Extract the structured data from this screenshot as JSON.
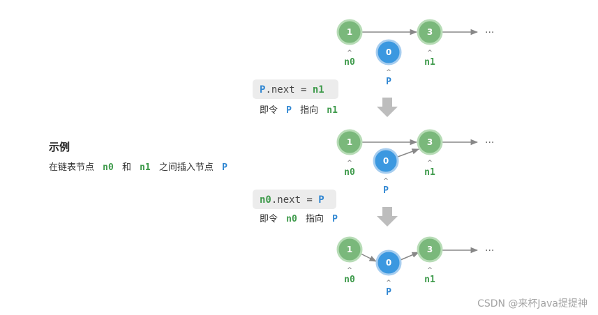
{
  "colors": {
    "green_node": "#7ab87b",
    "green_node_ring": "#b7dcb6",
    "green_text": "#3e9a4b",
    "blue_node": "#3b98e0",
    "blue_node_ring": "#a6cdef",
    "blue_text": "#2f86d2",
    "arrow": "#888888",
    "code_box": "#ececec",
    "step_arrow": "#bdbdbd"
  },
  "left": {
    "title": "示例",
    "desc_prefix": "在链表节点",
    "desc_n0": "n0",
    "desc_and": "和",
    "desc_n1": "n1",
    "desc_mid": "之间插入节点",
    "desc_p": "P"
  },
  "step1": {
    "code_p": "P",
    "code_rest": ".next = ",
    "code_n1": "n1",
    "desc_prefix": "即令",
    "desc_p": "P",
    "desc_mid": "指向",
    "desc_n1": "n1"
  },
  "step2": {
    "code_n0": "n0",
    "code_rest": ".next = ",
    "code_p": "P",
    "desc_prefix": "即令",
    "desc_n0": "n0",
    "desc_mid": "指向",
    "desc_p": "P"
  },
  "nodes": {
    "first_value": "1",
    "inserted_value": "0",
    "third_value": "3",
    "first_label": "n0",
    "inserted_label": "P",
    "third_label": "n1",
    "ellipsis": "···"
  },
  "watermark": "CSDN @来杯Java提提神"
}
